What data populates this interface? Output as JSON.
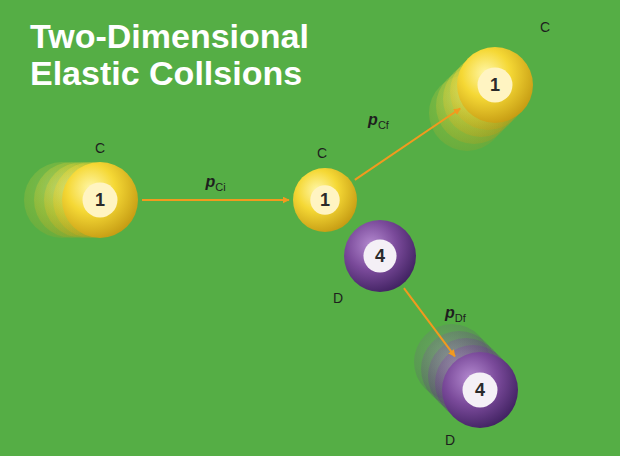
{
  "diagram": {
    "title": "Two-Dimensional Elastic Collsions",
    "nodes": [
      {
        "text": [
          "C",
          "1"
        ]
      },
      {
        "text": [
          "C",
          "1"
        ]
      },
      {
        "text": [
          "D",
          "4"
        ]
      },
      {
        "text": [
          "C",
          "1"
        ]
      },
      {
        "text": [
          "D",
          "4"
        ]
      }
    ],
    "edges": [
      {
        "from": 0,
        "to": 1,
        "arrow": "to",
        "label": "pCi"
      },
      {
        "from": 1,
        "to": 3,
        "arrow": "to",
        "label": "pCf"
      },
      {
        "from": 2,
        "to": 4,
        "arrow": "to",
        "label": "pDf"
      }
    ]
  }
}
